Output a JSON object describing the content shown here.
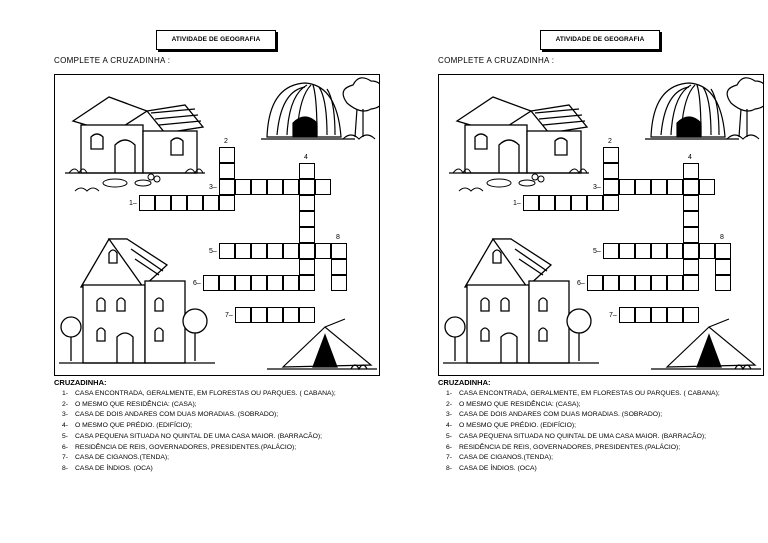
{
  "worksheet": {
    "title": "ATIVIDADE DE GEOGRAFIA",
    "instruction": "COMPLETE  A  CRUZADINHA :",
    "clues_title": "CRUZADINHA:",
    "clue_numbers": [
      "1",
      "2",
      "3",
      "4",
      "5",
      "6",
      "7",
      "8"
    ],
    "clues": [
      {
        "number": "1-",
        "text": "CASA ENCONTRADA, GERALMENTE, EM FLORESTAS OU PARQUES. ( CABANA);"
      },
      {
        "number": "2-",
        "text": "O MESMO QUE RESIDÊNCIA: (CASA);"
      },
      {
        "number": "3-",
        "text": "CASA DE DOIS ANDARES COM DUAS MORADIAS. (SOBRADO);"
      },
      {
        "number": "4-",
        "text": "O MESMO QUE PRÉDIO. (EDIFÍCIO);"
      },
      {
        "number": "5-",
        "text": "CASA PEQUENA SITUADA NO QUINTAL DE UMA CASA MAIOR. (BARRACÃO);"
      },
      {
        "number": "6-",
        "text": "RESIDÊNCIA DE REIS, GOVERNADORES, PRESIDENTES.(PALÁCIO);"
      },
      {
        "number": "7-",
        "text": "CASA DE CIGANOS.(TENDA);"
      },
      {
        "number": "8-",
        "text": "CASA DE ÍNDIOS. (OCA)"
      }
    ],
    "illustrations": [
      "house-icon",
      "oca-hut-icon",
      "tree-icon",
      "townhouse-icon",
      "tent-icon",
      "bush-icon"
    ]
  }
}
